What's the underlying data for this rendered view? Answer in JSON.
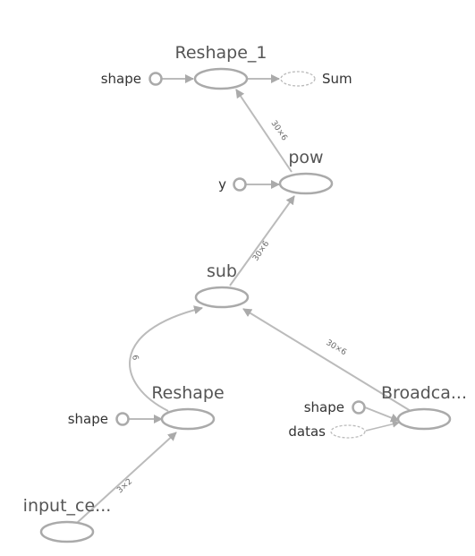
{
  "nodes": {
    "reshape_1": "Reshape_1",
    "pow": "pow",
    "sub": "sub",
    "reshape": "Reshape",
    "broadcast": "Broadca...",
    "input": "input_ce..."
  },
  "inputs": {
    "reshape_1_shape": "shape",
    "sum": "Sum",
    "pow_y": "y",
    "reshape_shape": "shape",
    "broadcast_shape": "shape",
    "broadcast_datas": "datas"
  },
  "edges": {
    "pow_to_reshape_1": "30×6",
    "sub_to_pow": "30×6",
    "reshape_to_sub": "6",
    "broadcast_to_sub": "30×6",
    "input_to_reshape": "3×2"
  },
  "colors": {
    "stroke": "#aaaaaa",
    "edge": "#bbbbbb",
    "text": "#555555"
  }
}
